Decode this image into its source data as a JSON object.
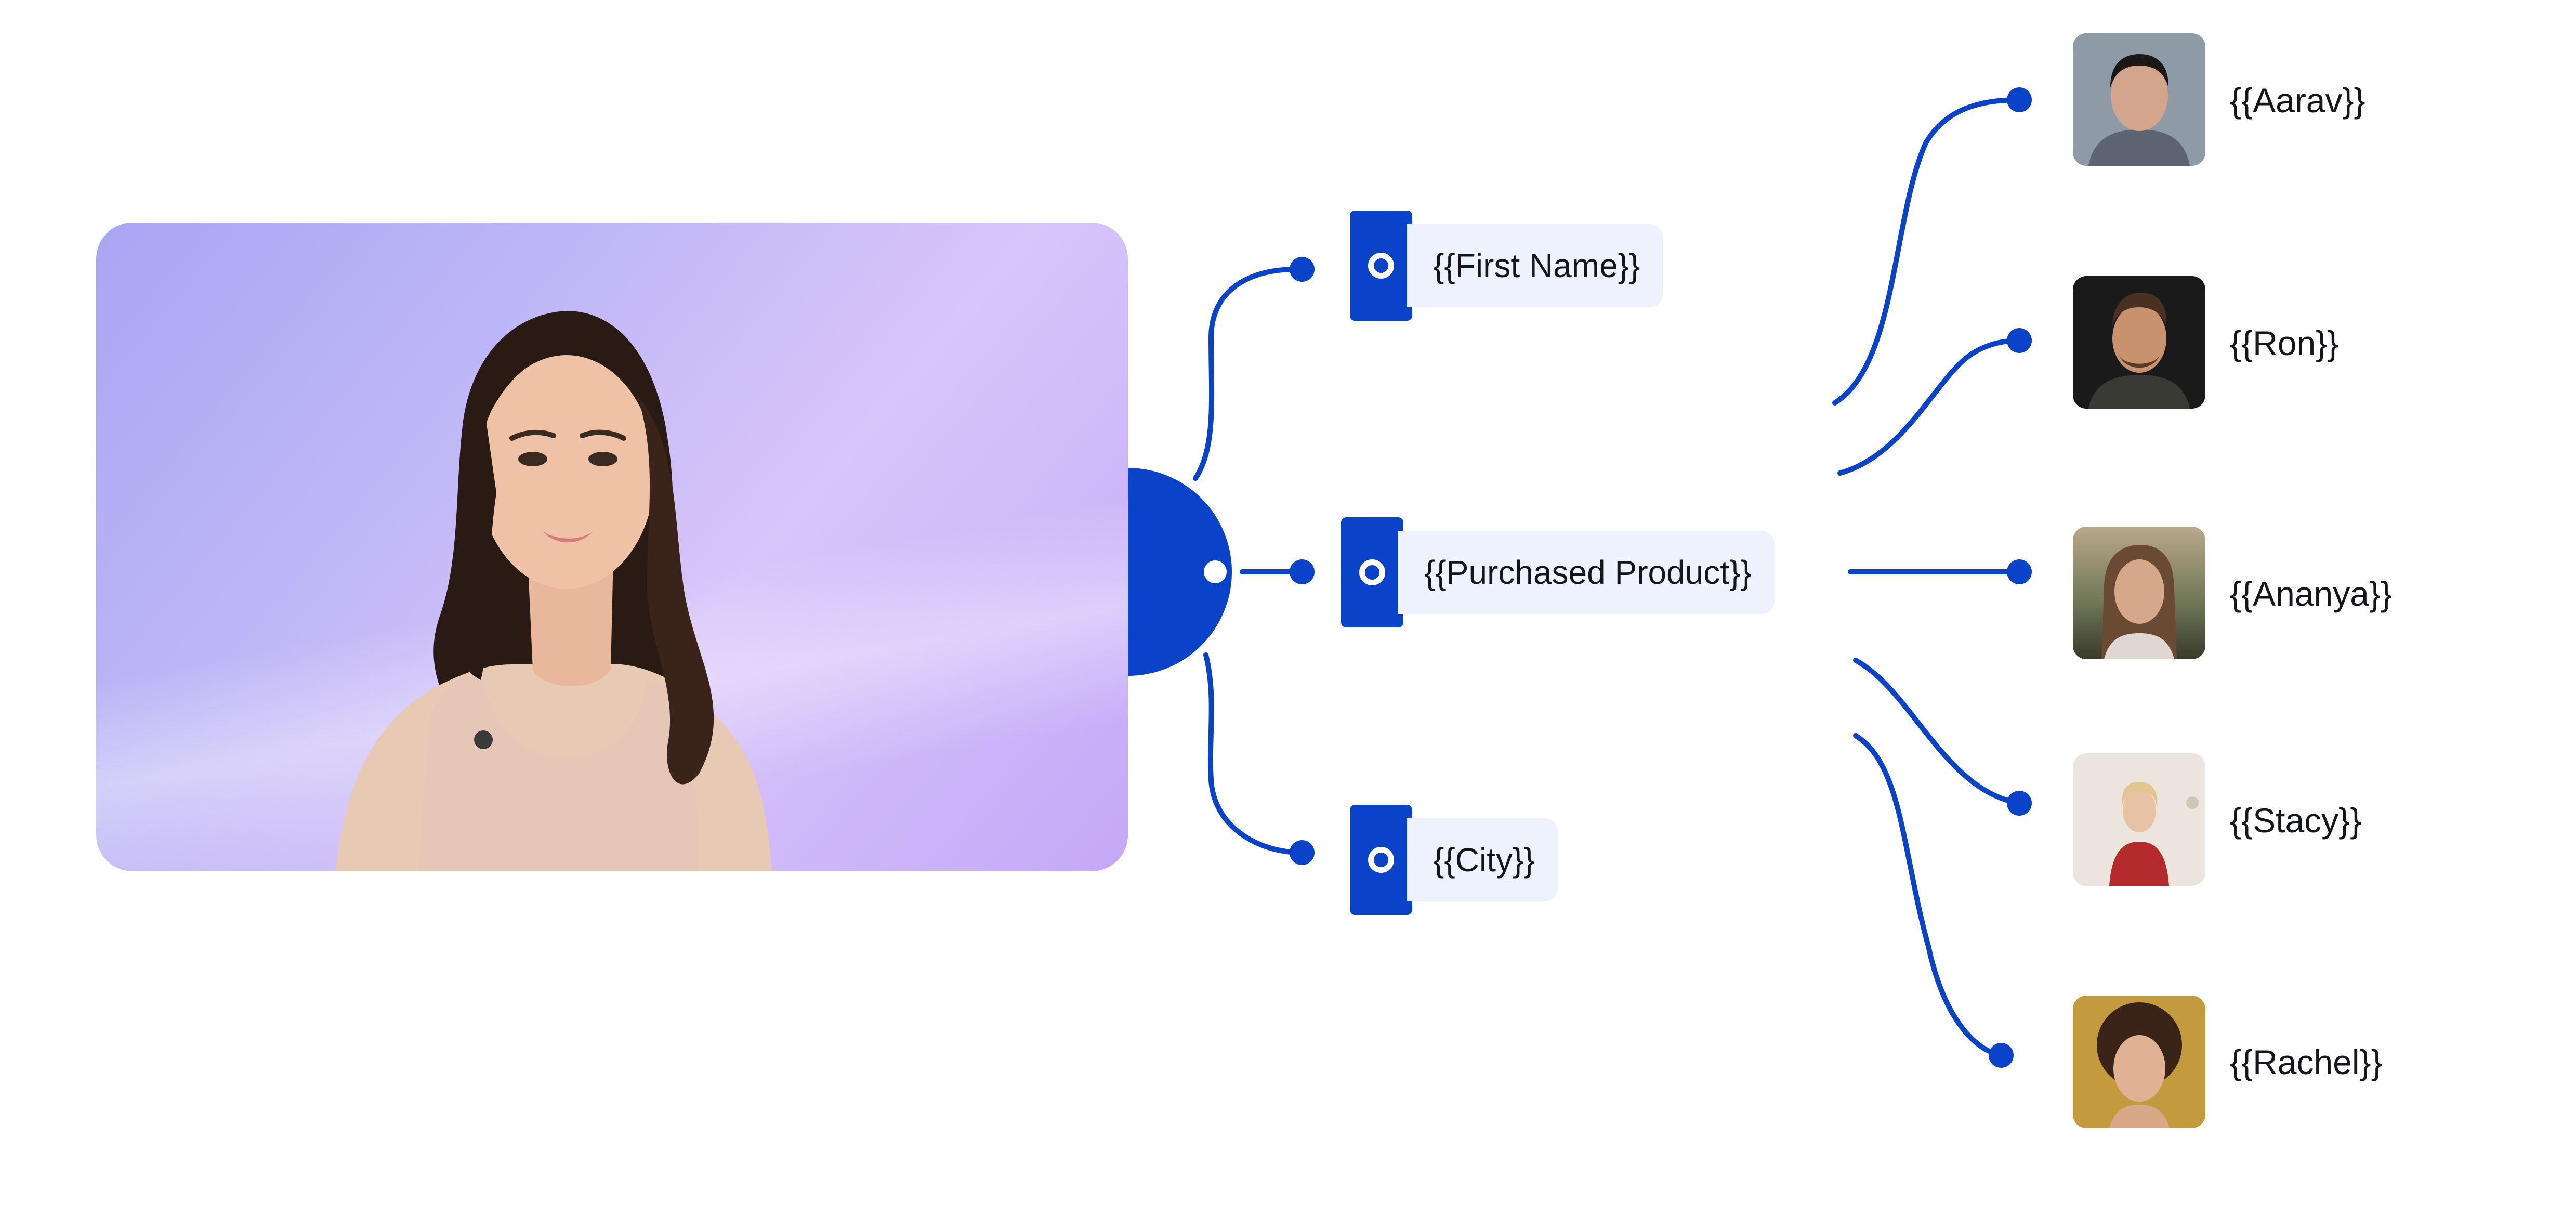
{
  "diagram": {
    "accent_color": "#0a43c8",
    "variables": [
      {
        "id": "first-name",
        "label": "{{First Name}}"
      },
      {
        "id": "purchased-product",
        "label": "{{Purchased Product}}"
      },
      {
        "id": "city",
        "label": "{{City}}"
      }
    ],
    "recipients": [
      {
        "id": "aarav",
        "name": "{{Aarav}}"
      },
      {
        "id": "ron",
        "name": "{{Ron}}"
      },
      {
        "id": "ananya",
        "name": "{{Ananya}}"
      },
      {
        "id": "stacy",
        "name": "{{Stacy}}"
      },
      {
        "id": "rachel",
        "name": "{{Rachel}}"
      }
    ]
  }
}
